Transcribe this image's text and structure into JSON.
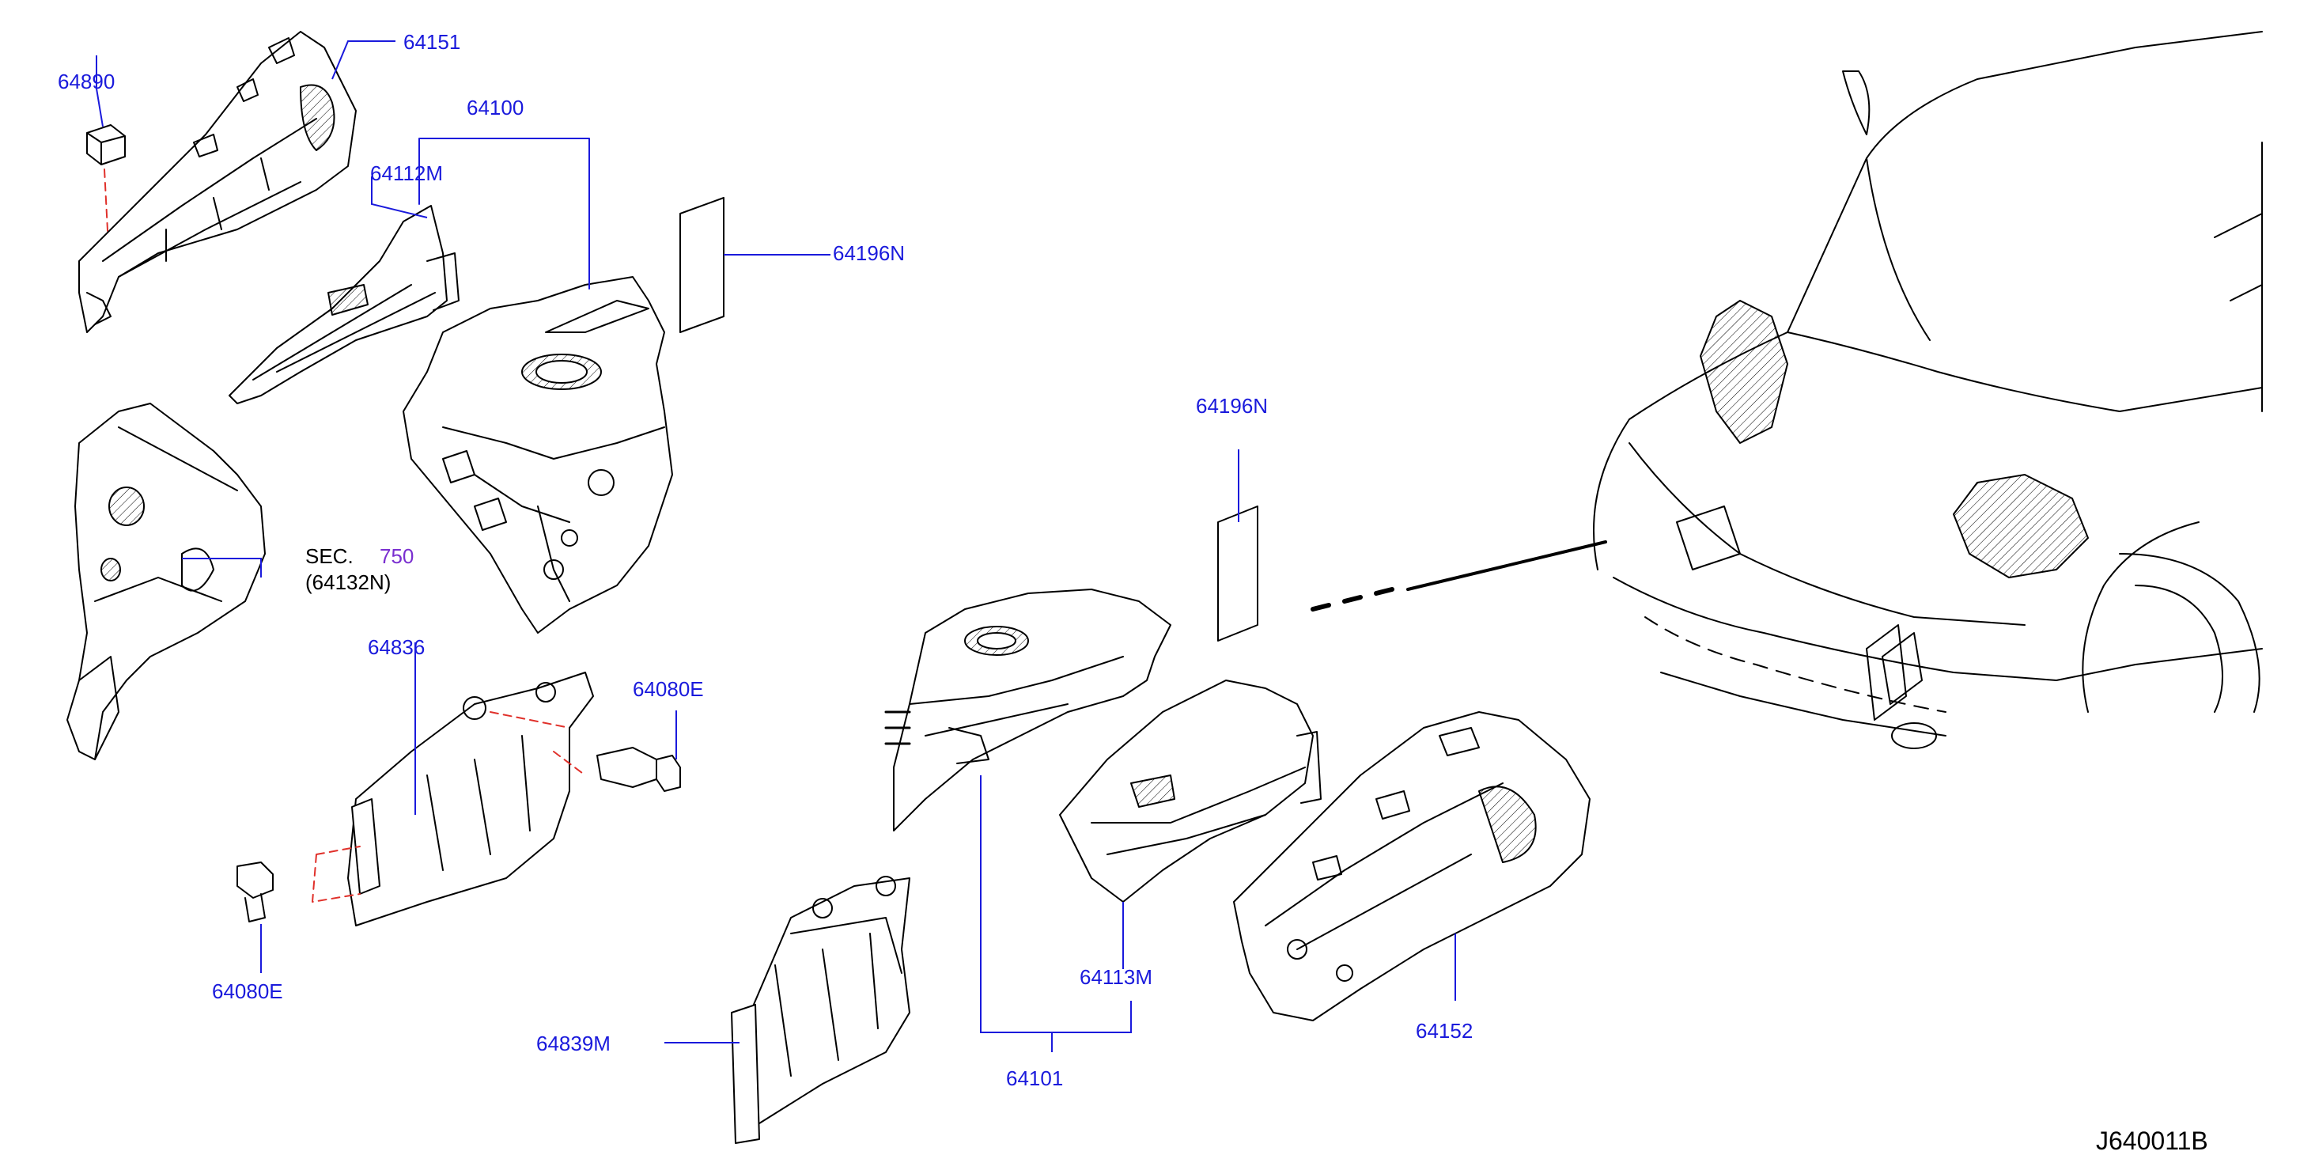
{
  "diagram": {
    "code": "J640011B",
    "callouts": {
      "p64890": "64890",
      "p64151": "64151",
      "p64100": "64100",
      "p64112M": "64112M",
      "p64196N_a": "64196N",
      "p64196N_b": "64196N",
      "p64836": "64836",
      "p64080E_a": "64080E",
      "p64080E_b": "64080E",
      "p64839M": "64839M",
      "p64101": "64101",
      "p64113M": "64113M",
      "p64152": "64152"
    },
    "section_ref": {
      "label": "SEC.",
      "number": "750",
      "sub": "(64132N)"
    }
  },
  "colors": {
    "callout_text": "#1a1adc",
    "section_number": "#7a2fd0",
    "line_art": "#000000",
    "fastener_dash": "#e0302a"
  }
}
